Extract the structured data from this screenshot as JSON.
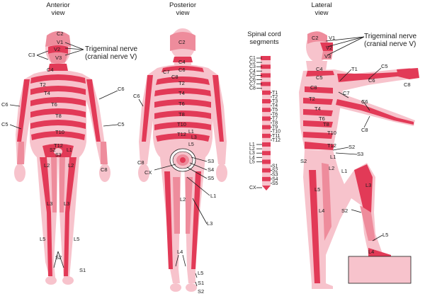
{
  "views": {
    "anterior": [
      "Anterior",
      "view"
    ],
    "posterior": [
      "Posterior",
      "view"
    ],
    "spinal": [
      "Spinal cord",
      "segments"
    ],
    "lateral": [
      "Lateral",
      "view"
    ]
  },
  "callouts": {
    "trigeminal_anterior": [
      "Trigeminal nerve",
      "(cranial nerve V)"
    ],
    "trigeminal_lateral": [
      "Trigeminal nerve",
      "(cranial nerve V)"
    ]
  },
  "labels": {
    "anterior": {
      "c2": "C2",
      "v1": "V1",
      "v2": "V2",
      "v3": "V3",
      "c3": "C3",
      "c4": "C4",
      "t2": "T2",
      "t4": "T4",
      "t6": "T6",
      "t8": "T8",
      "t10": "T10",
      "t12": "T12",
      "c6_r": "C6",
      "c5_r": "C5",
      "c6_l": "C6",
      "c5_l": "C5",
      "c8": "C8",
      "s2_top": "S2",
      "s3": "S3",
      "l1": "L1",
      "l2_l": "L2",
      "l2_r": "L2",
      "l3_l": "L3",
      "l3_r": "L3",
      "l5_l": "L5",
      "l5_r": "L5",
      "s2_bot": "S2",
      "s1": "S1"
    },
    "posterior": {
      "c2": "C2",
      "c4": "C4",
      "c6": "C6",
      "c8_top": "C8",
      "c7": "C7",
      "t2": "T2",
      "t4": "T4",
      "t6": "T6",
      "t8": "T8",
      "t10": "T10",
      "t12": "T12",
      "l1": "L1",
      "l3": "L3",
      "l5": "L5",
      "c8": "C8",
      "cx": "CX",
      "s3": "S3",
      "s4": "S4",
      "s5": "S5",
      "l1_b": "L1",
      "l2": "L2",
      "l3_b": "L3",
      "l4": "L4",
      "l5_b": "L5",
      "s1": "S1",
      "s2": "S2",
      "c6_arm": "C6"
    },
    "spinal": [
      "C1",
      "C2",
      "C3",
      "C4",
      "C5",
      "C6",
      "C7",
      "C8",
      "T1",
      "T2",
      "T3",
      "T4",
      "T5",
      "T6",
      "T7",
      "T8",
      "T9",
      "T10",
      "T11",
      "T12",
      "L1",
      "L2",
      "L3",
      "L4",
      "L5",
      "S1",
      "S2",
      "S3",
      "S4",
      "S5",
      "CX"
    ],
    "lateral": {
      "c2": "C2",
      "v1": "V1",
      "v2": "V2",
      "v3": "V3",
      "c4": "C4",
      "c5": "C5",
      "t1": "T1",
      "c5_arm": "C5",
      "c6": "C6",
      "c7": "C7",
      "c8_hand": "C8",
      "c6_low": "C6",
      "c8_low": "C8",
      "c8_body": "C8",
      "t2": "T2",
      "t4": "T4",
      "t6": "T6",
      "t8": "T8",
      "t10": "T10",
      "t12": "T12",
      "l1": "L1",
      "l2": "L2",
      "l1b": "L1",
      "s2": "S2",
      "s3": "S3",
      "s2_low": "S2",
      "l3": "L3",
      "l5": "L5",
      "l4": "L4",
      "s2_leg": "S2",
      "l5_foot": "L5",
      "l4_foot": "L4"
    }
  },
  "colors": {
    "pale": "#f7c3cc",
    "mid": "#ee8c9c",
    "dark": "#e23a57"
  }
}
